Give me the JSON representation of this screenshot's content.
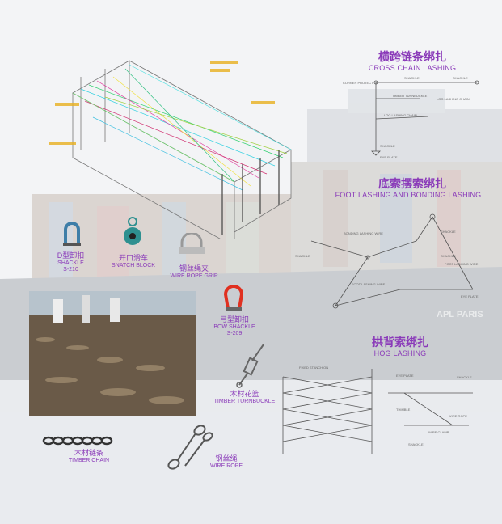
{
  "cross_chain": {
    "title_cn": "横跨链条绑扎",
    "title_en": "CROSS CHAIN LASHING"
  },
  "foot_lashing": {
    "title_cn": "底索摆索绑扎",
    "title_en": "FOOT LASHING AND BONDING LASHING"
  },
  "hog_lashing": {
    "title_cn": "拱背索绑扎",
    "title_en": "HOG LASHING"
  },
  "equipment": [
    {
      "cn": "D型卸扣",
      "en": "SHACKLE",
      "code": "S-210",
      "icon": "d-shackle-icon"
    },
    {
      "cn": "开口滑车",
      "en": "SNATCH BLOCK",
      "icon": "snatch-block-icon"
    },
    {
      "cn": "钢丝绳夹",
      "en": "WIRE ROPE GRIP",
      "icon": "wire-rope-grip-icon"
    },
    {
      "cn": "弓型卸扣",
      "en": "BOW SHACKLE",
      "code": "S-209",
      "icon": "bow-shackle-icon"
    },
    {
      "cn": "木材花篮",
      "en": "TIMBER TURNBUCKLE",
      "icon": "turnbuckle-icon"
    },
    {
      "cn": "木材链条",
      "en": "TIMBER CHAIN",
      "icon": "chain-icon"
    },
    {
      "cn": "钢丝绳",
      "en": "WIRE ROPE",
      "icon": "wire-rope-icon"
    }
  ],
  "ship_text": "APL PARIS",
  "colors": {
    "label": "#8a3ab9",
    "line": "#555555",
    "accent_red": "#e03020"
  }
}
